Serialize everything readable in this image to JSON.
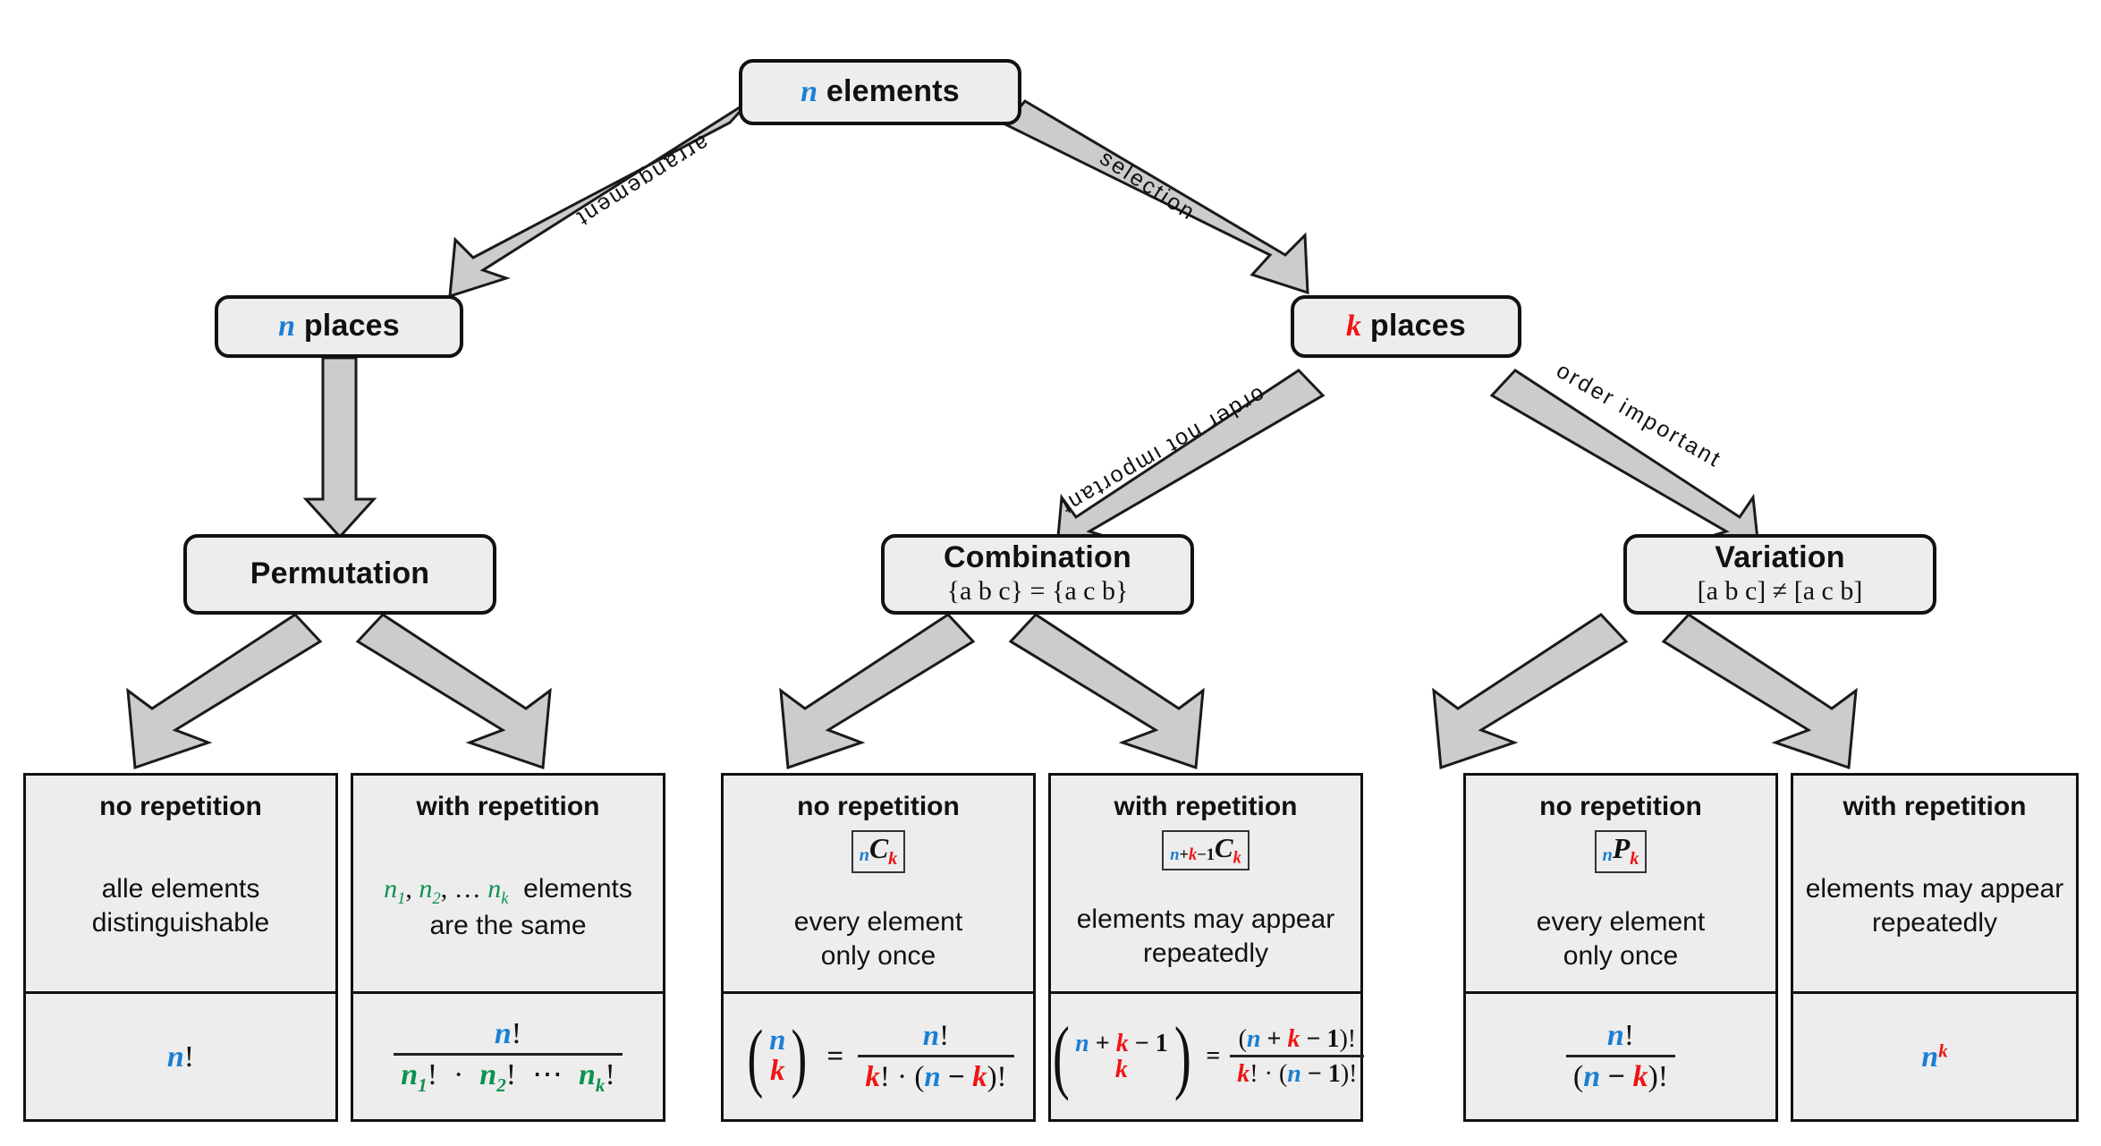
{
  "diagram": {
    "title": "Combinatorics decision tree",
    "colors": {
      "n_color": "#1a7fd4",
      "k_color": "#f01414",
      "group_color": "#0c9150",
      "node_fill": "#ededed",
      "node_border": "#111111",
      "arrow_fill": "#cccccc",
      "background": "#ffffff"
    }
  },
  "nodes": {
    "root": {
      "var": "n",
      "label": "elements"
    },
    "n_places": {
      "var": "n",
      "label": "places"
    },
    "k_places": {
      "var": "k",
      "label": "places"
    },
    "permutation": {
      "title": "Permutation",
      "sub": ""
    },
    "combination": {
      "title": "Combination",
      "sub": "{a b c} = {a c b}"
    },
    "variation": {
      "title": "Variation",
      "sub": "[a b c] ≠ [a c b]"
    }
  },
  "edges": [
    {
      "id": "root-to-n-places",
      "label": "arrangement"
    },
    {
      "id": "root-to-k-places",
      "label": "selection"
    },
    {
      "id": "n-places-to-permutation",
      "label": ""
    },
    {
      "id": "k-places-to-combination",
      "label": "order not important"
    },
    {
      "id": "k-places-to-variation",
      "label": "order important"
    },
    {
      "id": "permutation-to-no-repetition",
      "label": ""
    },
    {
      "id": "permutation-to-with-repetition",
      "label": ""
    },
    {
      "id": "combination-to-no-repetition",
      "label": ""
    },
    {
      "id": "combination-to-with-repetition",
      "label": ""
    },
    {
      "id": "variation-to-no-repetition",
      "label": ""
    },
    {
      "id": "variation-to-with-repetition",
      "label": ""
    }
  ],
  "leaves": [
    {
      "id": "permutation-no-repetition",
      "group": "Permutation",
      "heading": "no repetition",
      "notation": "",
      "description": "alle elements\ndistinguishable",
      "description_line1": "alle elements",
      "description_line2": "distinguishable",
      "formula": "n!"
    },
    {
      "id": "permutation-with-repetition",
      "group": "Permutation",
      "heading": "with repetition",
      "notation": "",
      "description_line1": "n₁, n₂, … nₖ elements",
      "description_line2": "are the same",
      "formula": "n! / (n₁! · n₂! ⋯ nₖ!)"
    },
    {
      "id": "combination-no-repetition",
      "group": "Combination",
      "heading": "no repetition",
      "notation": "nCk",
      "description_line1": "every element",
      "description_line2": "only once",
      "formula": "C(n,k) = n! / (k! · (n − k)!)"
    },
    {
      "id": "combination-with-repetition",
      "group": "Combination",
      "heading": "with repetition",
      "notation": "n+k−1Ck",
      "description_line1": "elements may appear",
      "description_line2": "repeatedly",
      "formula": "C(n+k−1,k) = (n + k − 1)! / (k! · (n − 1)!)"
    },
    {
      "id": "variation-no-repetition",
      "group": "Variation",
      "heading": "no repetition",
      "notation": "nPk",
      "description_line1": "every element",
      "description_line2": "only once",
      "formula": "n! / (n − k)!"
    },
    {
      "id": "variation-with-repetition",
      "group": "Variation",
      "heading": "with repetition",
      "notation": "",
      "description_line1": "elements may appear",
      "description_line2": "repeatedly",
      "formula": "n^k"
    }
  ]
}
